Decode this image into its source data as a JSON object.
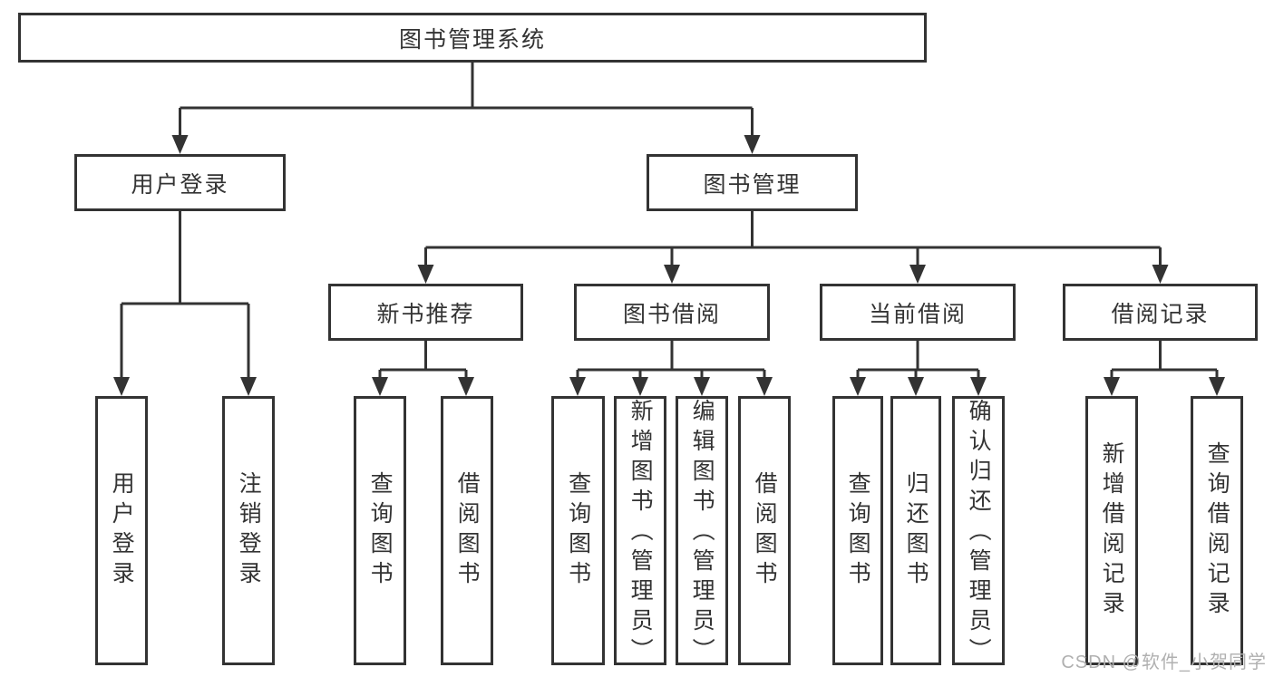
{
  "diagram": {
    "root": {
      "label": "图书管理系统"
    },
    "level2": {
      "user_login": {
        "label": "用户登录"
      },
      "book_mgmt": {
        "label": "图书管理"
      }
    },
    "level3": {
      "new_book_rec": {
        "label": "新书推荐"
      },
      "book_borrow": {
        "label": "图书借阅"
      },
      "current_borrow": {
        "label": "当前借阅"
      },
      "borrow_record": {
        "label": "借阅记录"
      }
    },
    "level4": {
      "user_login_leaf": {
        "label": "用户登录"
      },
      "logout": {
        "label": "注销登录"
      },
      "query_book_1": {
        "label": "查询图书"
      },
      "borrow_book_1": {
        "label": "借阅图书"
      },
      "query_book_2": {
        "label": "查询图书"
      },
      "add_book": {
        "label": "新增图书（管理员）"
      },
      "edit_book": {
        "label": "编辑图书（管理员）"
      },
      "borrow_book_2": {
        "label": "借阅图书"
      },
      "query_book_3": {
        "label": "查询图书"
      },
      "return_book": {
        "label": "归还图书"
      },
      "confirm_return": {
        "label": "确认归还（管理员）"
      },
      "add_borrow_record": {
        "label": "新增借阅记录"
      },
      "query_borrow_record": {
        "label": "查询借阅记录"
      }
    },
    "colors": {
      "line": "#333333",
      "text": "#333333",
      "box_bg": "#ffffff",
      "watermark": "#b0b0b0"
    }
  },
  "watermark": {
    "text": "CSDN @软件_小贺同学"
  }
}
